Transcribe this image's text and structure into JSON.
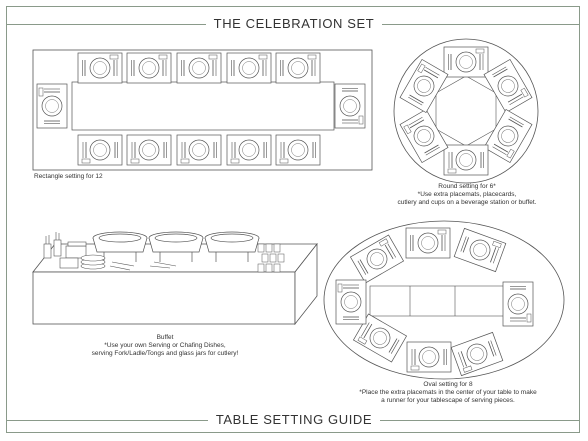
{
  "title_top": "THE CELEBRATION SET",
  "title_bottom": "TABLE SETTING GUIDE",
  "captions": {
    "rectangle": "Rectangle setting for 12",
    "round_line1": "Round setting for 6*",
    "round_line2": "*Use extra placemats, placecards,",
    "round_line3": "cutlery and cups on a beverage station or buffet.",
    "buffet_line1": "Buffet",
    "buffet_line2": "*Use your own Serving or Chafing Dishes,",
    "buffet_line3": "serving Fork/Ladle/Tongs and glass jars for cutlery!",
    "oval_line1": "Oval setting for 8",
    "oval_line2": "*Place the extra placemats in the center of your table to make",
    "oval_line3": "a runner for your tablescape of serving pieces."
  },
  "colors": {
    "line": "#555555",
    "frame": "#8a9a8a"
  }
}
